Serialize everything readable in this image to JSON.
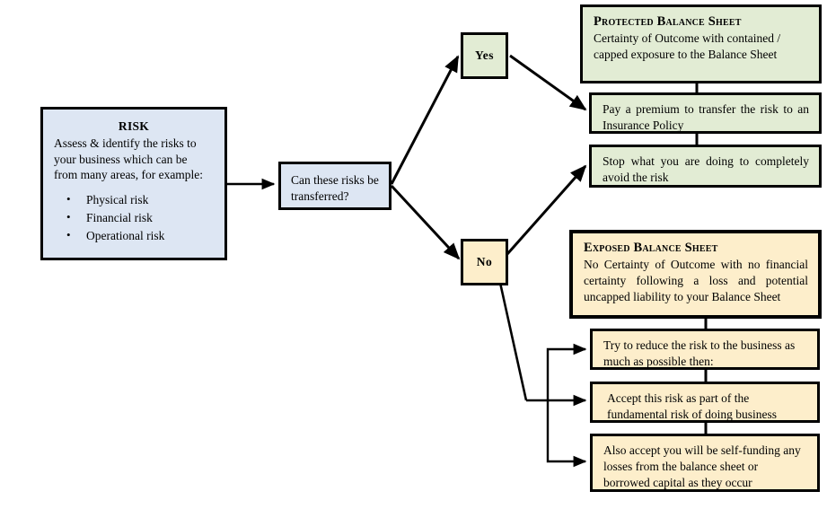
{
  "diagram": {
    "title": "Risk management decision flowchart",
    "colors": {
      "blue_fill": "#dde6f3",
      "green_fill": "#e2ecd4",
      "cream_fill": "#fdeecb",
      "border": "#000000"
    }
  },
  "risk": {
    "title": "RISK",
    "body": "Assess & identify the risks to your business which can be from many areas, for example:",
    "items": [
      "Physical risk",
      "Financial risk",
      "Operational risk"
    ]
  },
  "decision": {
    "question": "Can these risks be transferred?"
  },
  "branches": {
    "yes": "Yes",
    "no": "No"
  },
  "protected": {
    "heading": "Protected Balance Sheet",
    "body": "Certainty of Outcome with contained / capped exposure to the Balance Sheet"
  },
  "exposed": {
    "heading": "Exposed Balance Sheet",
    "body": "No Certainty of Outcome with no financial certainty following a loss and potential uncapped liability to your Balance Sheet"
  },
  "yes_outcomes": [
    "Pay a premium to transfer the risk to an Insurance Policy",
    "Stop what you are doing to completely avoid the risk"
  ],
  "no_outcomes": [
    "Try to reduce the risk to the business as much as possible then:",
    "Accept this risk as part of the fundamental risk of doing business",
    "Also accept you will be self-funding any losses from the balance sheet or borrowed capital as they occur"
  ]
}
